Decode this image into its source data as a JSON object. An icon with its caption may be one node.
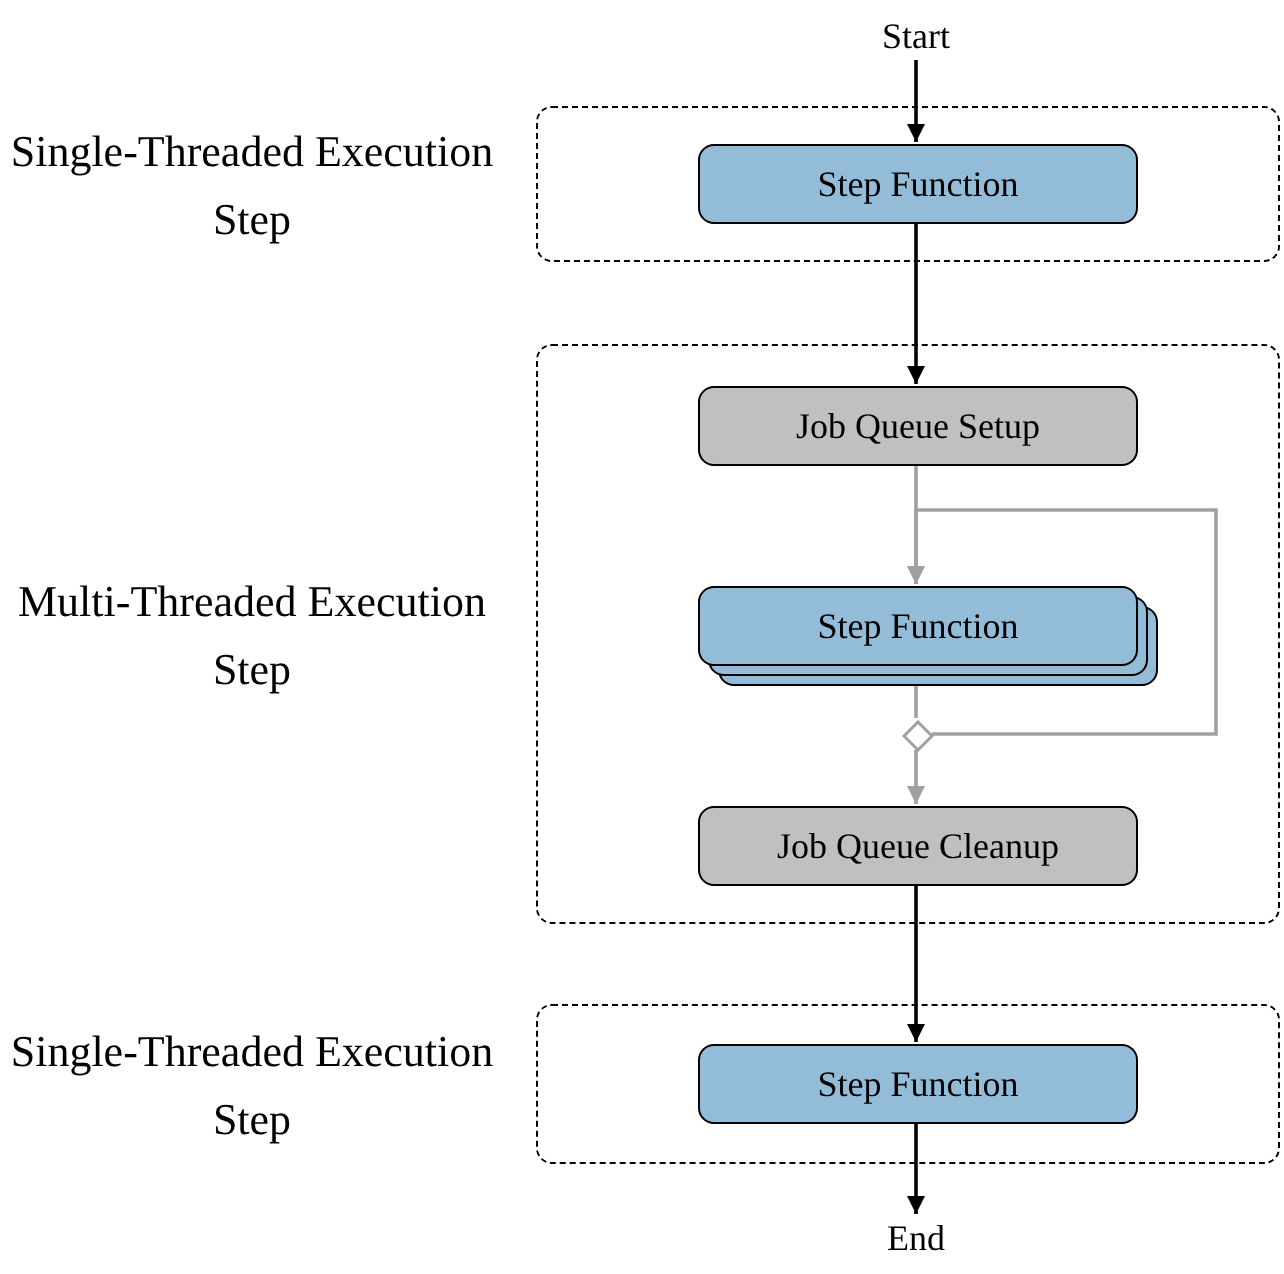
{
  "diagram": {
    "nodes": [
      {
        "text": [
          "Start"
        ]
      },
      {
        "text": [
          "Single-Threaded Execution Step"
        ]
      },
      {
        "text": [
          "Step Function"
        ],
        "in": 1
      },
      {
        "text": [
          "Multi-Threaded Execution Step"
        ]
      },
      {
        "text": [
          "Job Queue Setup"
        ],
        "in": 3
      },
      {
        "text": [
          "Step Function"
        ],
        "in": 3
      },
      {
        "text": [],
        "shape": "diamond",
        "in": 3
      },
      {
        "text": [
          "Job Queue Cleanup"
        ],
        "in": 3
      },
      {
        "text": [
          "Single-Threaded Execution Step"
        ]
      },
      {
        "text": [
          "Step Function"
        ],
        "in": 8
      },
      {
        "text": [
          "End"
        ]
      }
    ],
    "edges": [
      {
        "from": 0,
        "to": 2,
        "arrow": "to"
      },
      {
        "from": 2,
        "to": 4,
        "arrow": "to"
      },
      {
        "from": 4,
        "to": 5,
        "arrow": "to",
        "color": "#a0a0a0"
      },
      {
        "from": 5,
        "to": 6,
        "arrow": "none",
        "color": "#a0a0a0"
      },
      {
        "from": 6,
        "to": 5,
        "arrow": "to",
        "color": "#a0a0a0"
      },
      {
        "from": 6,
        "to": 7,
        "arrow": "to",
        "color": "#a0a0a0"
      },
      {
        "from": 7,
        "to": 9,
        "arrow": "to"
      },
      {
        "from": 9,
        "to": 10,
        "arrow": "to"
      }
    ]
  }
}
